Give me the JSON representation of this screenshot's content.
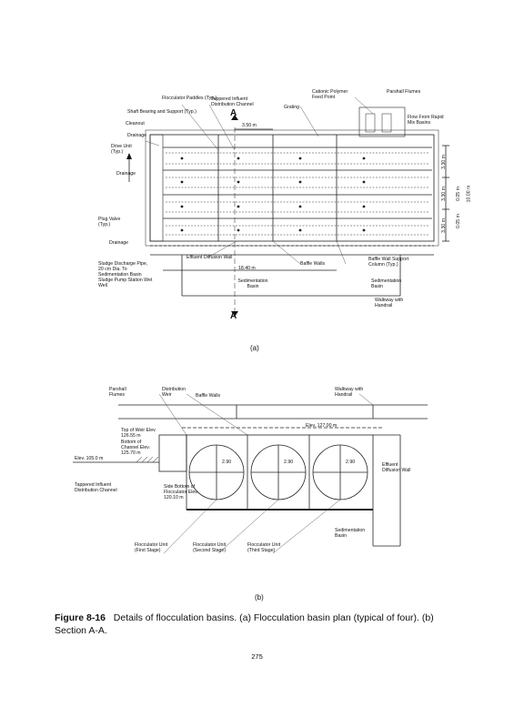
{
  "figure": {
    "plan": {
      "label_a": "(a)",
      "section_marker": "A",
      "labels": {
        "flocculator_paddles": "Flocculator Paddles (Typ.)",
        "shaft_bearing": "Shaft Bearing and Support (Typ.)",
        "cleanout": "Cleanout",
        "tapered_influent": "Tappered Influent Distribution Channel",
        "grating": "Grating",
        "cationic_polymer": "Cationic Polymer Feed Point",
        "parshall_flumes": "Parshall Flumes",
        "flow_from": "Flow From Rapid Mix Basins",
        "drainage1": "Drainage",
        "drive_unit": "Drive Unit (Typ.)",
        "drainage2": "Drainage",
        "plug_valve": "Plug Valve (Typ.)",
        "drainage3": "Drainage",
        "effluent_diffusion": "Effluent Diffusion Wall",
        "baffle_walls": "Baffle Walls",
        "baffle_wall_support": "Baffle Wall Support Column (Typ.)",
        "sludge_discharge": "Sludge Discharge Pipe, 20 cm Dia. To Sedimentation Basin Sludge Pump Station Wet Well",
        "sedimentation_basin": "Sedimentation Basin",
        "sedimentation_basin_r": "Sedimentation Basin",
        "walkway": "Walkway with Handrail"
      },
      "dims": {
        "width_top": "3.50 m",
        "length": "18.40 m",
        "d1": "3.30 m",
        "d2": "3.30 m",
        "d3": "3.30 m",
        "d4": "0.05 m",
        "d5": "0.05 m",
        "total": "10.00 m"
      }
    },
    "section": {
      "label_b": "(b)",
      "labels": {
        "parshall_flumes": "Parshall Flumes",
        "distribution_weir": "Distribution Weir",
        "baffle_walls": "Baffle Walls",
        "walkway": "Walkway with Handrail",
        "elev_water": "Elev. 127.00 m",
        "top_of_weir": "Top of Weir Elev. 126.55 m",
        "bottom_channel": "Bottom of Channel Elev. 125.70 m",
        "elev_ground": "Elev. 105.0 m",
        "tapered_influent": "Tappered Influent Distribution Channel",
        "side_bottom": "Side Bottom of Flocculator Elev. 120.10 m",
        "effluent_diffusion": "Effluent Diffusion Wall",
        "sedimentation_basin": "Sedimentation Basin",
        "flocc_first": "Flocculator Unit (First Stage)",
        "flocc_second": "Flocculator Unit (Second Stage)",
        "flocc_third": "Flocculator Unit (Third Stage)",
        "dim_a": "2.90",
        "dim_b": "2.90",
        "dim_c": "2.90"
      }
    },
    "caption_num": "Figure 8-16",
    "caption_text": "Details of flocculation basins. (a) Flocculation basin plan (typical of four). (b) Section A-A."
  },
  "page_number": "275"
}
